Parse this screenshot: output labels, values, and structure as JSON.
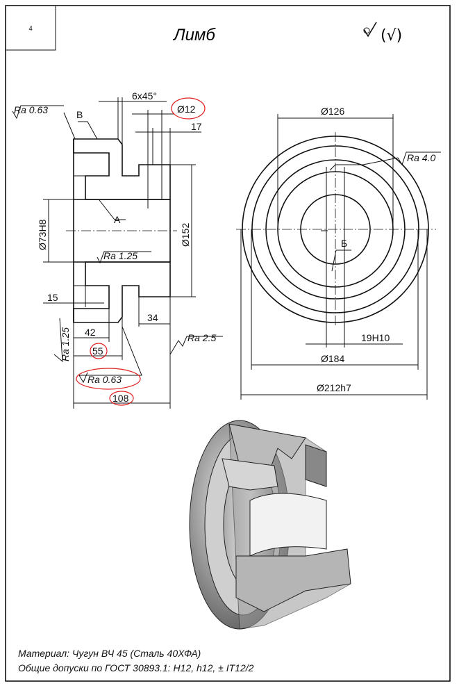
{
  "sheet": {
    "number": "4",
    "title": "Лимб",
    "roughness_symbol": "∀(√)"
  },
  "section_view": {
    "ra_top_left": "Ra 0.63",
    "label_b": "В",
    "label_a": "А",
    "chamfer": "6x45°",
    "hole_dia": "Ø12",
    "dim_17": "17",
    "bore": "Ø73H8",
    "dia_152": "Ø152",
    "ra_bore": "Ra  1.25",
    "dim_15": "15",
    "dim_34": "34",
    "ra_side": "Ra 1.25",
    "dim_42": "42",
    "dim_55": "55",
    "ra_bottom": "Ra 0.63",
    "ra_right": "Ra 2.5",
    "dim_108": "108"
  },
  "front_view": {
    "dia_126": "Ø126",
    "ra_40": "Ra  4.0",
    "label_b2": "Б",
    "slot": "19H10",
    "dia_184": "Ø184",
    "dia_212": "Ø212h7"
  },
  "notes": {
    "material": "Материал: Чугун ВЧ 45 (Сталь 40ХФА)",
    "tolerances": "Общие допуски по ГОСТ 30893.1: H12, h12,  ± IT12/2"
  },
  "colors": {
    "highlight": "#e02020",
    "ink": "#111111"
  }
}
